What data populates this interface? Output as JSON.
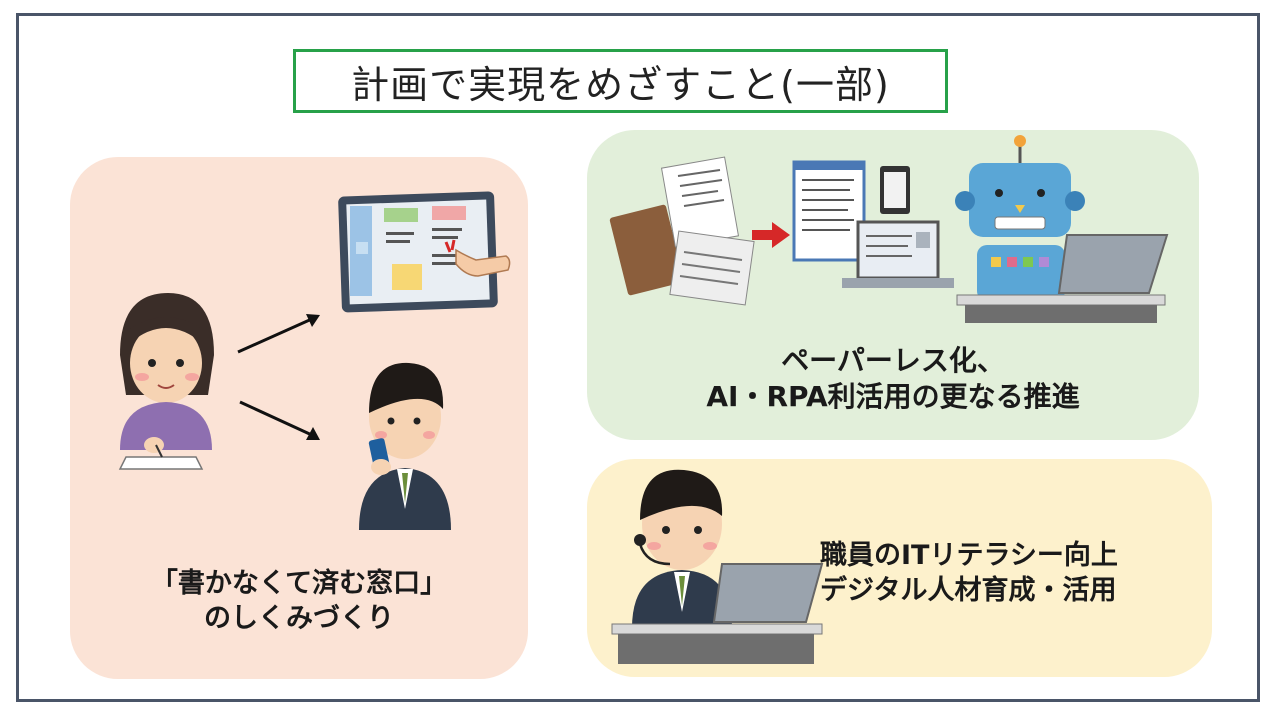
{
  "slide": {
    "title": "計画で実現をめざすこと(一部)"
  },
  "left_panel": {
    "caption_line1": "「書かなくて済む窓口」",
    "caption_line2": "のしくみづくり"
  },
  "top_right_panel": {
    "caption_line1": "ペーパーレス化、",
    "caption_line2": "AI・RPA利活用の更なる推進"
  },
  "bottom_right_panel": {
    "caption_line1": "職員のITリテラシー向上",
    "caption_line2": "デジタル人材育成・活用"
  },
  "colors": {
    "frame_border": "#4a5568",
    "title_border": "#27a149",
    "left_panel_bg": "#fbe3d6",
    "top_right_panel_bg": "#e2efda",
    "bottom_right_panel_bg": "#fdf1cc"
  }
}
